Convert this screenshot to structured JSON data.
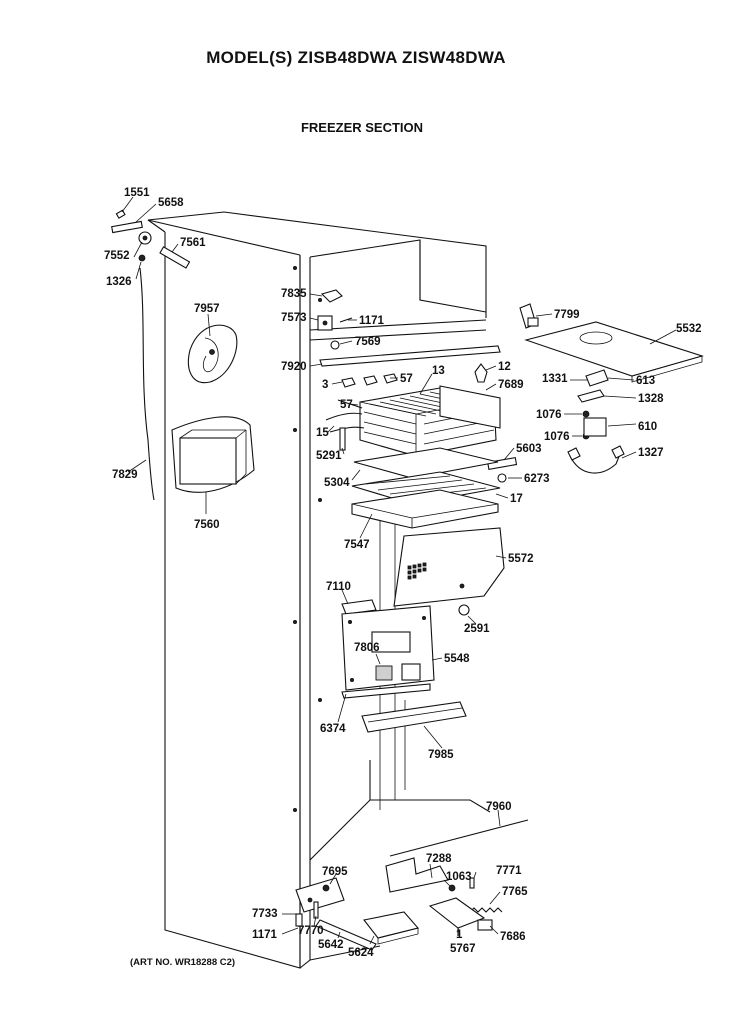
{
  "header": {
    "title": "MODEL(S) ZISB48DWA  ZISW48DWA",
    "subtitle": "FREEZER SECTION"
  },
  "footer": {
    "art_number": "(ART NO. WR18288 C2)"
  },
  "part_labels": [
    "1551",
    "5658",
    "7561",
    "7552",
    "1326",
    "7957",
    "7829",
    "7560",
    "7835",
    "7573",
    "1171",
    "7569",
    "7920",
    "3",
    "57",
    "57",
    "13",
    "12",
    "7689",
    "15",
    "5291",
    "5603",
    "6273",
    "5304",
    "17",
    "7547",
    "5572",
    "7110",
    "2591",
    "7806",
    "5548",
    "6374",
    "7985",
    "7799",
    "5532",
    "1331",
    "613",
    "1328",
    "1076",
    "610",
    "1076",
    "1327",
    "7960",
    "7288",
    "7771",
    "7695",
    "1063",
    "7765",
    "7733",
    "1171",
    "7770",
    "5642",
    "5624",
    "1",
    "5767",
    "7686"
  ]
}
